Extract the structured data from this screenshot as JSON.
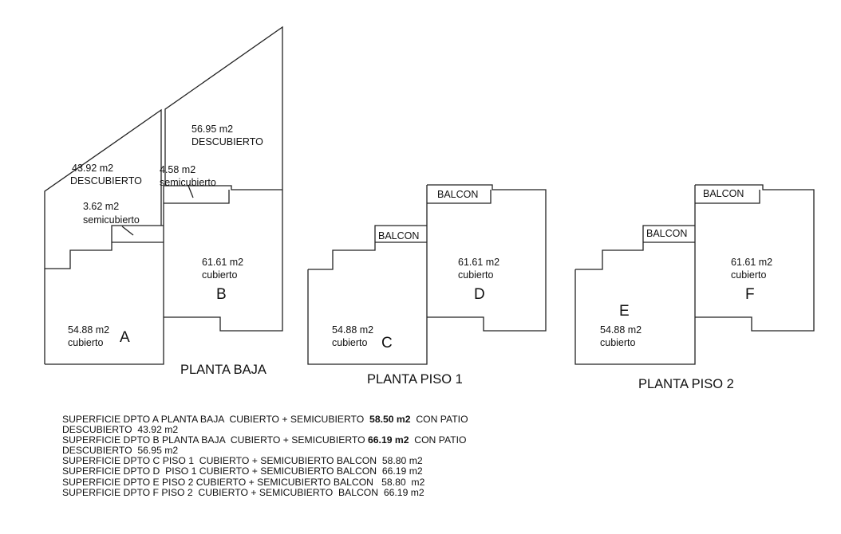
{
  "planta_baja": {
    "title": "PLANTA BAJA",
    "a_patio_area": "43.92 m2",
    "a_patio_type": "DESCUBIERTO",
    "a_semi_area": "3.62 m2",
    "a_semi_type": "semicubierto",
    "a_area": "54.88 m2",
    "a_type": "cubierto",
    "a_letter": "A",
    "b_patio_area": "56.95  m2",
    "b_patio_type": "DESCUBIERTO",
    "b_semi_area": "4.58 m2",
    "b_semi_type": "semicubierto",
    "b_area": "61.61 m2",
    "b_type": "cubierto",
    "b_letter": "B"
  },
  "planta_piso_1": {
    "title": "PLANTA PISO 1",
    "balcon_left": "BALCON",
    "balcon_right": "BALCON",
    "c_area": "54.88 m2",
    "c_type": "cubierto",
    "c_letter": "C",
    "d_area": "61.61 m2",
    "d_type": "cubierto",
    "d_letter": "D"
  },
  "planta_piso_2": {
    "title": "PLANTA PISO 2",
    "balcon_left": "BALCON",
    "balcon_right": "BALCON",
    "e_area": "54.88 m2",
    "e_type": "cubierto",
    "e_letter": "E",
    "f_area": "61.61 m2",
    "f_type": "cubierto",
    "f_letter": "F"
  },
  "notes": [
    {
      "pre": "SUPERFICIE DPTO A PLANTA BAJA  CUBIERTO + SEMICUBIERTO  ",
      "bold": "58.50 m2",
      "post": "  CON PATIO"
    },
    {
      "pre": "DESCUBIERTO  43.92 m2",
      "bold": "",
      "post": ""
    },
    {
      "pre": "SUPERFICIE DPTO B PLANTA BAJA  CUBIERTO + SEMICUBIERTO ",
      "bold": "66.19 m2",
      "post": "  CON PATIO"
    },
    {
      "pre": "DESCUBIERTO  56.95 m2",
      "bold": "",
      "post": ""
    },
    {
      "pre": "SUPERFICIE DPTO C PISO 1  CUBIERTO + SEMICUBIERTO BALCON  58.80 m2",
      "bold": "",
      "post": ""
    },
    {
      "pre": "SUPERFICIE DPTO D  PISO 1 CUBIERTO + SEMICUBIERTO BALCON  66.19 m2",
      "bold": "",
      "post": ""
    },
    {
      "pre": "SUPERFICIE DPTO E PISO 2 CUBIERTO + SEMICUBIERTO BALCON   58.80  m2",
      "bold": "",
      "post": ""
    },
    {
      "pre": "SUPERFICIE DPTO F PISO 2  CUBIERTO + SEMICUBIERTO  BALCON  66.19 m2",
      "bold": "",
      "post": ""
    }
  ]
}
